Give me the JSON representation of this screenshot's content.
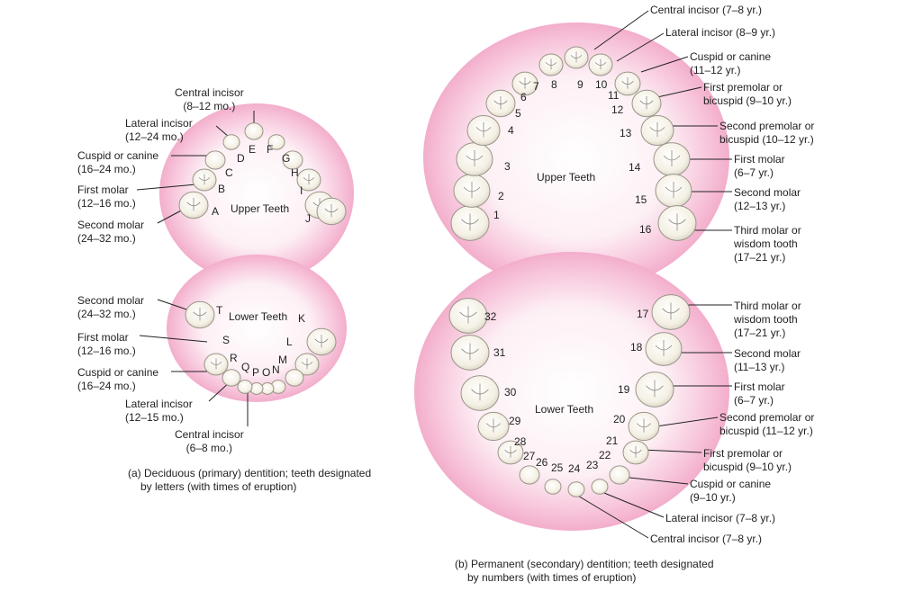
{
  "primary": {
    "upper_title": "Upper Teeth",
    "lower_title": "Lower Teeth",
    "letters_upper": [
      "A",
      "B",
      "C",
      "D",
      "E",
      "F",
      "G",
      "H",
      "I",
      "J"
    ],
    "letters_lower": [
      "K",
      "L",
      "M",
      "N",
      "O",
      "P",
      "Q",
      "R",
      "S",
      "T"
    ],
    "labels": {
      "central_upper": [
        "Central incisor",
        "(8–12 mo.)"
      ],
      "lateral_upper": [
        "Lateral incisor",
        "(12–24 mo.)"
      ],
      "canine_upper": [
        "Cuspid or canine",
        "(16–24 mo.)"
      ],
      "first_molar_upper": [
        "First molar",
        "(12–16 mo.)"
      ],
      "second_molar_upper": [
        "Second molar",
        "(24–32 mo.)"
      ],
      "second_molar_lower": [
        "Second molar",
        "(24–32 mo.)"
      ],
      "first_molar_lower": [
        "First molar",
        "(12–16 mo.)"
      ],
      "canine_lower": [
        "Cuspid or canine",
        "(16–24 mo.)"
      ],
      "lateral_lower": [
        "Lateral incisor",
        "(12–15 mo.)"
      ],
      "central_lower": [
        "Central incisor",
        "(6–8 mo.)"
      ]
    },
    "caption": [
      "(a) Deciduous (primary) dentition; teeth designated",
      "by letters (with times of eruption)"
    ]
  },
  "permanent": {
    "upper_title": "Upper Teeth",
    "lower_title": "Lower Teeth",
    "numbers_upper": [
      "1",
      "2",
      "3",
      "4",
      "5",
      "6",
      "7",
      "8",
      "9",
      "10",
      "11",
      "12",
      "13",
      "14",
      "15",
      "16"
    ],
    "numbers_lower": [
      "17",
      "18",
      "19",
      "20",
      "21",
      "22",
      "23",
      "24",
      "25",
      "26",
      "27",
      "28",
      "29",
      "30",
      "31",
      "32"
    ],
    "labels": {
      "central_upper": [
        "Central incisor (7–8 yr.)"
      ],
      "lateral_upper": [
        "Lateral incisor (8–9 yr.)"
      ],
      "canine_upper": [
        "Cuspid or canine",
        "(11–12 yr.)"
      ],
      "first_premolar_upper": [
        "First premolar or",
        "bicuspid (9–10 yr.)"
      ],
      "second_premolar_upper": [
        "Second premolar or",
        "bicuspid (10–12 yr.)"
      ],
      "first_molar_upper": [
        "First molar",
        "(6–7 yr.)"
      ],
      "second_molar_upper": [
        "Second molar",
        "(12–13 yr.)"
      ],
      "third_molar_upper": [
        "Third molar or",
        "wisdom tooth",
        "(17–21 yr.)"
      ],
      "third_molar_lower": [
        "Third molar or",
        "wisdom tooth",
        "(17–21 yr.)"
      ],
      "second_molar_lower": [
        "Second molar",
        "(11–13 yr.)"
      ],
      "first_molar_lower": [
        "First molar",
        "(6–7 yr.)"
      ],
      "second_premolar_lower": [
        "Second premolar or",
        "bicuspid (11–12 yr.)"
      ],
      "first_premolar_lower": [
        "First premolar or",
        "bicuspid (9–10 yr.)"
      ],
      "canine_lower": [
        "Cuspid or canine",
        "(9–10 yr.)"
      ],
      "lateral_lower": [
        "Lateral incisor (7–8 yr.)"
      ],
      "central_lower": [
        "Central incisor (7–8 yr.)"
      ]
    },
    "caption": [
      "(b) Permanent (secondary) dentition; teeth designated",
      "by numbers (with times of eruption)"
    ]
  },
  "colors": {
    "gum": "#f4a8c8",
    "gum_light": "#fbe3ee",
    "tooth": "#f7f4ea",
    "tooth_outline": "#9a958a",
    "line": "#222222"
  }
}
